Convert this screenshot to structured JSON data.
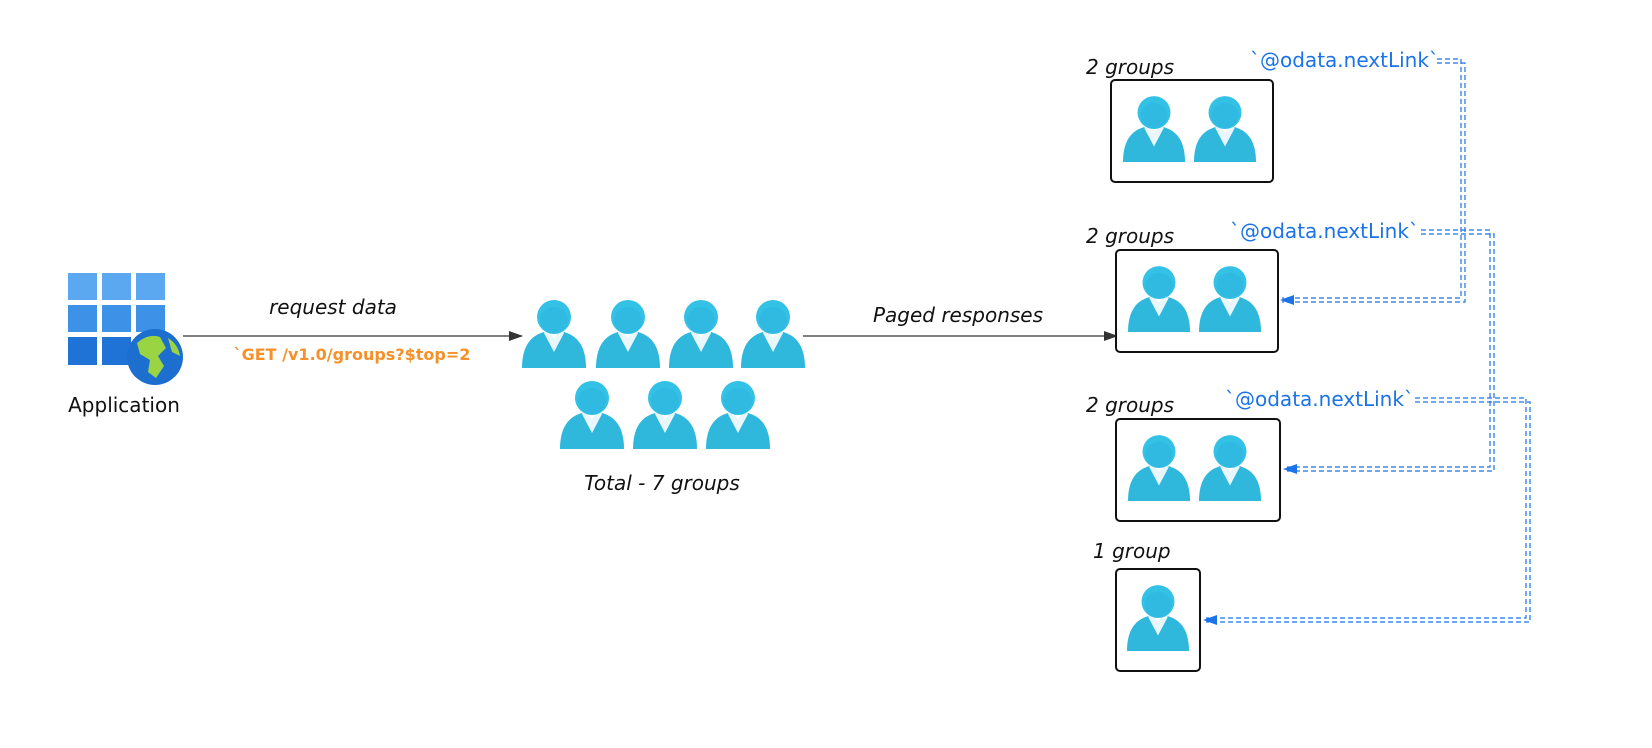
{
  "application": {
    "label": "Application"
  },
  "request": {
    "label": "request data",
    "query": "`GET /v1.0/groups?$top=2"
  },
  "collection": {
    "total_label": "Total - 7 groups",
    "count": 7
  },
  "paged": {
    "label": "Paged responses"
  },
  "pages": [
    {
      "label": "2 groups",
      "count": 2,
      "next_link": "`@odata.nextLink`"
    },
    {
      "label": "2 groups",
      "count": 2,
      "next_link": "`@odata.nextLink`"
    },
    {
      "label": "2 groups",
      "count": 2,
      "next_link": "`@odata.nextLink`"
    },
    {
      "label": "1 group",
      "count": 1
    }
  ],
  "colors": {
    "user_icon": "#2fb8dc",
    "link": "#1a73e8",
    "query": "#f5902a",
    "app_tile": "#3a8ee6",
    "globe": "#9ad442"
  }
}
